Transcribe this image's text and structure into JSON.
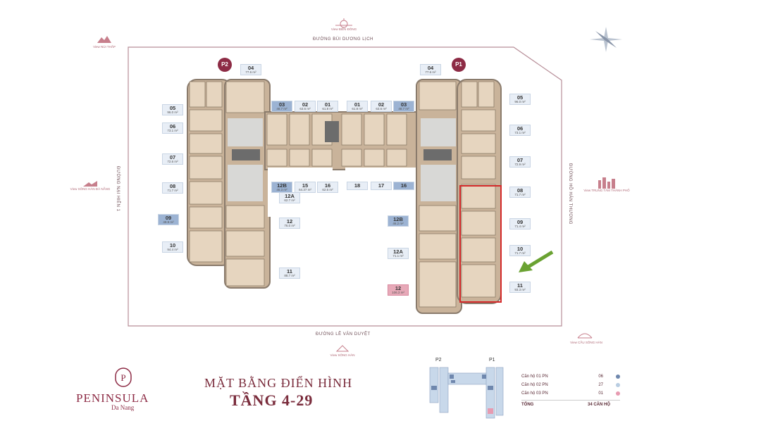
{
  "streets": {
    "top": "ĐƯỜNG BÙI DƯƠNG LỊCH",
    "bottom": "ĐƯỜNG LÊ VĂN DUYỆT",
    "left": "ĐƯỜNG NẠI HIÊN 1",
    "right": "ĐƯỜNG HỒ HÁN THƯƠNG"
  },
  "views": {
    "top": "View BIỂN ĐÔNG",
    "top_left": "View NÚI THẤP",
    "left": "View SÔNG HÀN ĐÀ NẴNG",
    "right": "View TRUNG TÂM THÀNH PHỐ",
    "bottom": "View SÔNG HÀN",
    "bottom_right": "View CẦU SÔNG HÀN"
  },
  "towers": {
    "left": "P2",
    "right": "P1"
  },
  "units": [
    {
      "no": "04",
      "area": "77.6 m²",
      "style": "light"
    },
    {
      "no": "05",
      "area": "96.0 m²",
      "style": "light"
    },
    {
      "no": "06",
      "area": "73.1 m²",
      "style": "light"
    },
    {
      "no": "07",
      "area": "72.6 m²",
      "style": "light"
    },
    {
      "no": "08",
      "area": "71.7 m²",
      "style": "light"
    },
    {
      "no": "09",
      "area": "49.9 m²",
      "style": "dark"
    },
    {
      "no": "10",
      "area": "94.4 m²",
      "style": "light"
    },
    {
      "no": "03",
      "area": "48.7 m²",
      "style": "dark"
    },
    {
      "no": "02",
      "area": "63.6 m²",
      "style": "light"
    },
    {
      "no": "01",
      "area": "61.8 m²",
      "style": "light"
    },
    {
      "no": "12B",
      "area": "46.3 m²",
      "style": "dark"
    },
    {
      "no": "15",
      "area": "64.37 m²",
      "style": "light"
    },
    {
      "no": "16",
      "area": "62.6 m²",
      "style": "light"
    },
    {
      "no": "12A",
      "area": "62.7 m²",
      "style": "light"
    },
    {
      "no": "12",
      "area": "76.0 m²",
      "style": "light"
    },
    {
      "no": "11",
      "area": "88.7 m²",
      "style": "light"
    },
    {
      "no": "04",
      "area": "77.6 m²",
      "style": "light"
    },
    {
      "no": "01",
      "area": "61.8 m²",
      "style": "light"
    },
    {
      "no": "02",
      "area": "63.6 m²",
      "style": "light"
    },
    {
      "no": "03",
      "area": "48.7 m²",
      "style": "dark"
    },
    {
      "no": "05",
      "area": "96.0 m²",
      "style": "light"
    },
    {
      "no": "06",
      "area": "73.1 m²",
      "style": "light"
    },
    {
      "no": "07",
      "area": "72.9 m²",
      "style": "light"
    },
    {
      "no": "18",
      "area": "",
      "style": "light"
    },
    {
      "no": "17",
      "area": "",
      "style": "light"
    },
    {
      "no": "16",
      "area": "",
      "style": "dark"
    },
    {
      "no": "08",
      "area": "71.7 m²",
      "style": "light"
    },
    {
      "no": "12B",
      "area": "46.2 m²",
      "style": "dark"
    },
    {
      "no": "09",
      "area": "71.4 m²",
      "style": "light"
    },
    {
      "no": "12A",
      "area": "71.1 m²",
      "style": "light"
    },
    {
      "no": "10",
      "area": "71.7 m²",
      "style": "light"
    },
    {
      "no": "12",
      "area": "106.3 m²",
      "style": "pink"
    },
    {
      "no": "11",
      "area": "93.3 m²",
      "style": "light"
    }
  ],
  "brand": {
    "name": "PENINSULA",
    "sub": "Da Nang"
  },
  "title": {
    "line1": "MẶT BẰNG ĐIỂN HÌNH",
    "line2": "TẦNG 4-29"
  },
  "legend": {
    "mini_p2": "P2",
    "mini_p1": "P1",
    "rows": [
      {
        "label": "Căn hộ 01 PN",
        "count": "06",
        "color": "#6f87ad"
      },
      {
        "label": "Căn hộ 02 PN",
        "count": "27",
        "color": "#b9cde2"
      },
      {
        "label": "Căn hộ 03 PN",
        "count": "01",
        "color": "#e79bb1"
      }
    ],
    "total_label": "TỔNG",
    "total_value": "34 CĂN HỘ"
  },
  "colors": {
    "accent": "#8d2b45",
    "highlight": "#d42a2a",
    "arrow": "#6aa232"
  }
}
